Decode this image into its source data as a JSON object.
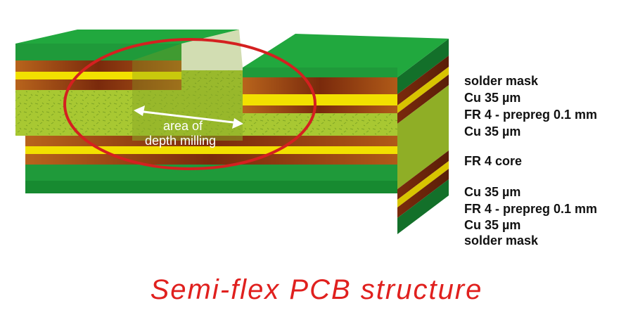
{
  "diagram": {
    "title": "Semi-flex PCB structure",
    "milling_label": [
      "area of",
      "depth milling"
    ],
    "layers": [
      "solder mask",
      "Cu 35 µm",
      "FR 4 - prepreg 0.1 mm",
      "Cu 35 µm",
      "FR 4 core",
      "Cu 35 µm",
      "FR 4 - prepreg 0.1 mm",
      "Cu 35 µm",
      "solder mask"
    ]
  },
  "colors": {
    "solder_mask": "#1f9a3a",
    "copper": "#8a3a10",
    "prepreg": "#f2e000",
    "core": "#a8c832",
    "highlight_ring": "#d42020",
    "title": "#e0201e"
  }
}
